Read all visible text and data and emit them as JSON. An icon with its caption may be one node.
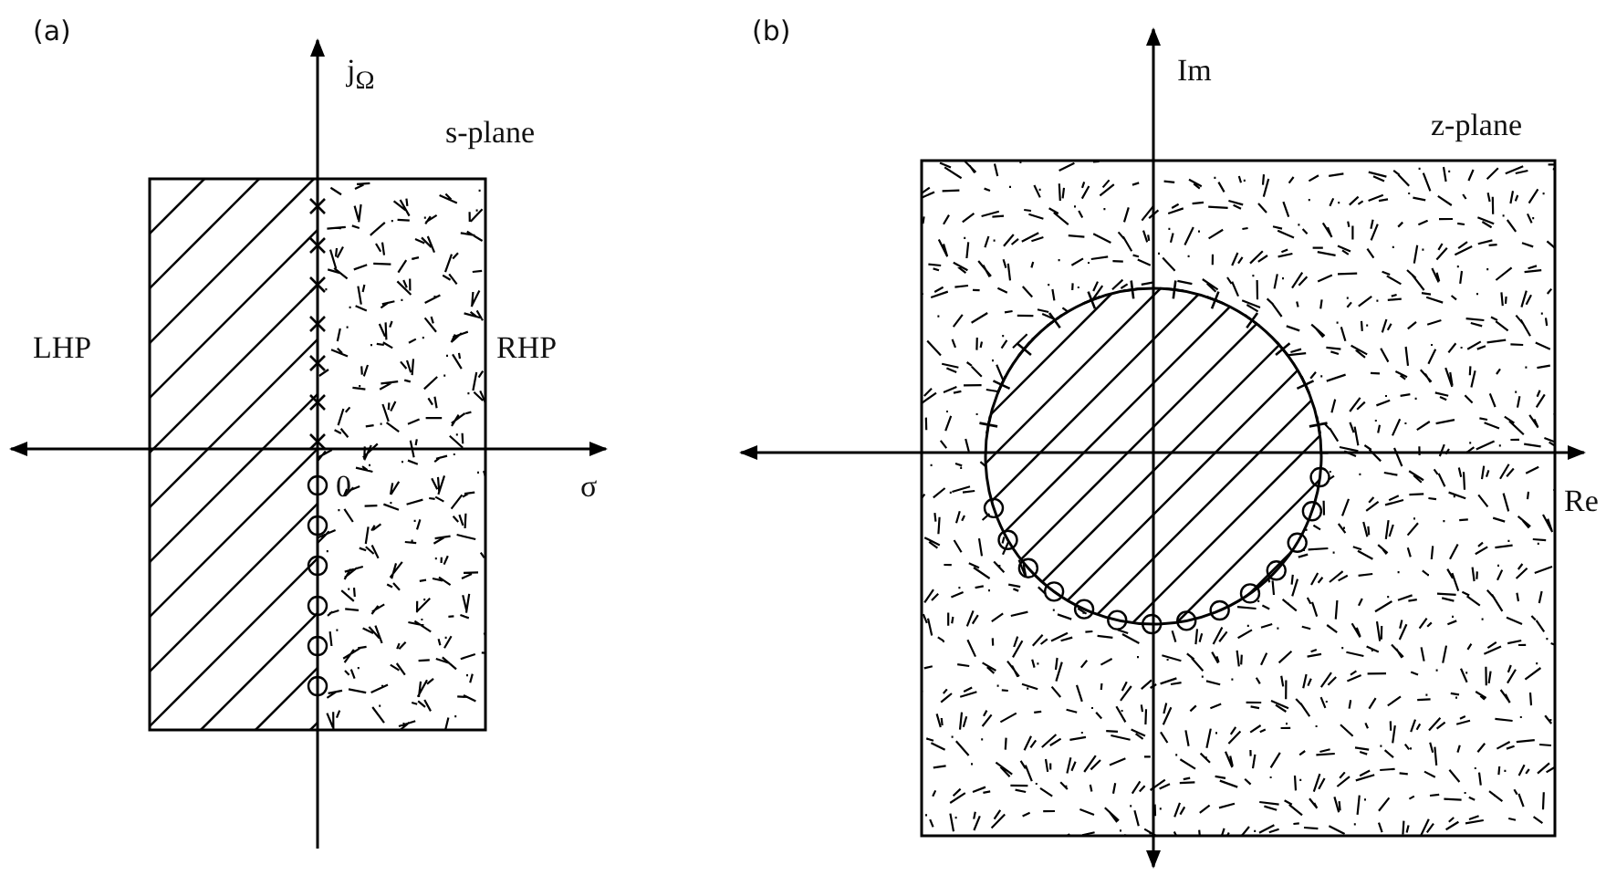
{
  "diagram": {
    "labels": [
      "(a)",
      "j$_{Ω}$",
      "s-plane",
      "LHP",
      "RHP",
      "σ",
      "0",
      "(b)",
      "Im",
      "z-plane",
      "Re"
    ]
  }
}
